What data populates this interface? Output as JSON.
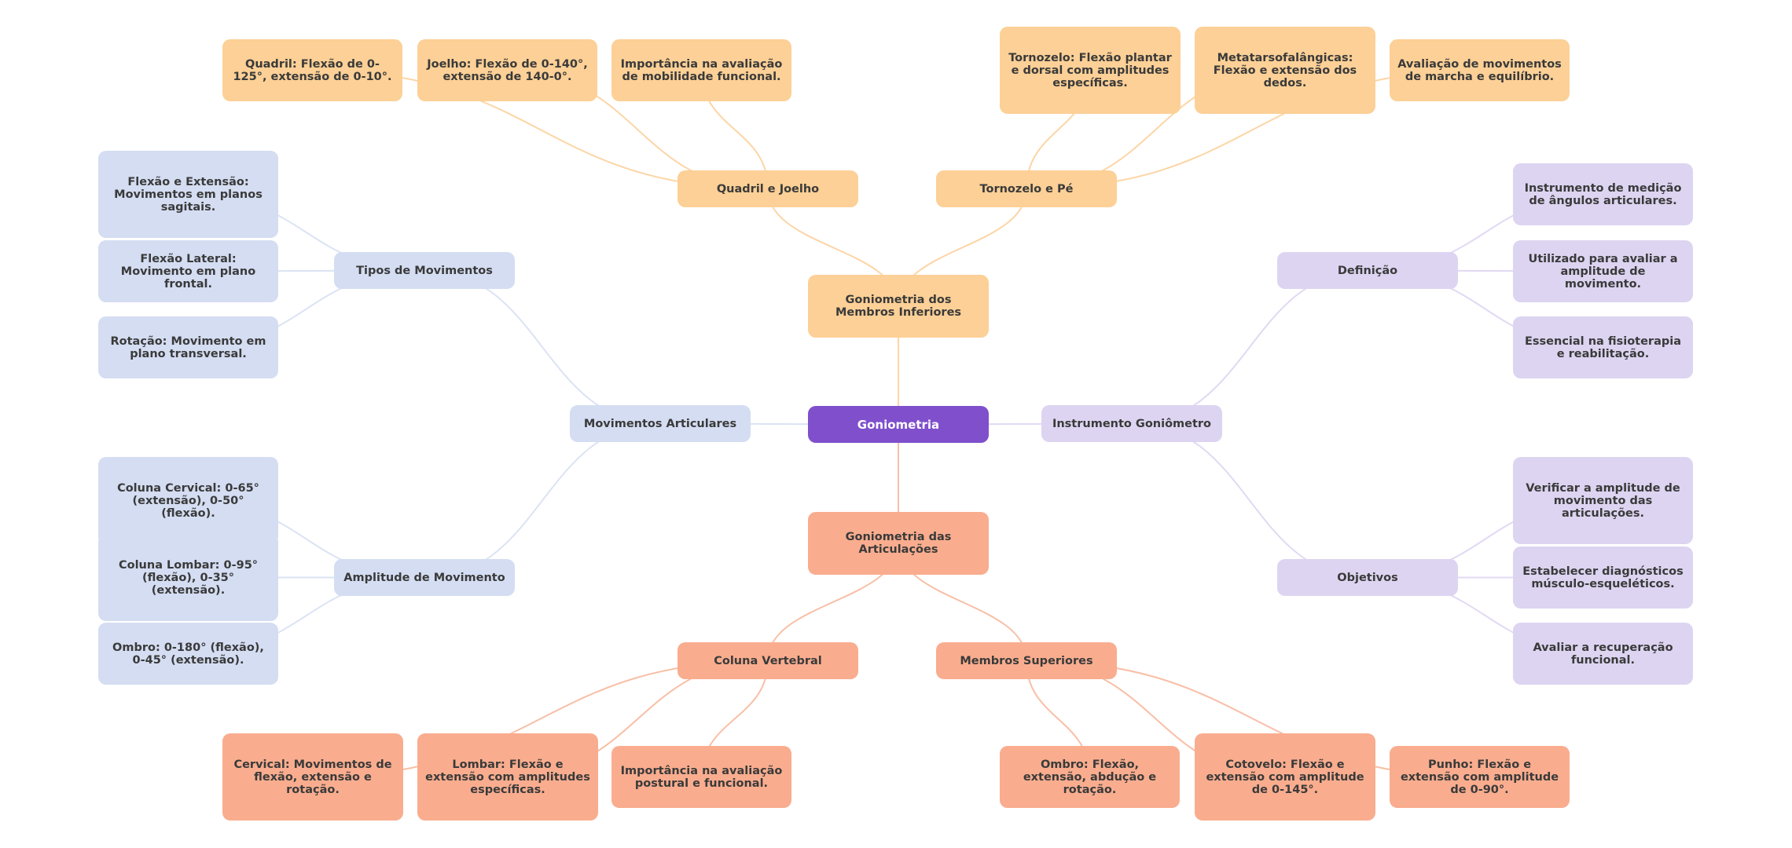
{
  "diagram": {
    "type": "mindmap",
    "root": {
      "id": "root",
      "label": "Goniometria"
    },
    "colors": {
      "root": "#7f4fcc",
      "inferiores": "#fcd096",
      "articulacoes": "#f9ad8e",
      "movimentos": "#d4ddf2",
      "instrumento": "#ddd4f1",
      "edge_inferiores": "#fcd5a6",
      "edge_articulacoes": "#f8bfa6",
      "edge_movimentos": "#dbe3f4",
      "edge_instrumento": "#e1d9f3",
      "text": "#3a3a3a",
      "root_text": "#ffffff"
    },
    "nodes": [
      {
        "id": "root",
        "label": "Goniometria",
        "group": "root"
      },
      {
        "id": "inf",
        "label": "Goniometria dos Membros Inferiores",
        "group": "inferiores",
        "parent": "root"
      },
      {
        "id": "qj",
        "label": "Quadril e Joelho",
        "group": "inferiores",
        "parent": "inf"
      },
      {
        "id": "qj1",
        "label": "Quadril: Flexão de 0-125°, extensão de 0-10°.",
        "group": "inferiores",
        "parent": "qj"
      },
      {
        "id": "qj2",
        "label": "Joelho: Flexão de 0-140°, extensão de 140-0°.",
        "group": "inferiores",
        "parent": "qj"
      },
      {
        "id": "qj3",
        "label": "Importância na avaliação de mobilidade funcional.",
        "group": "inferiores",
        "parent": "qj"
      },
      {
        "id": "tp",
        "label": "Tornozelo e Pé",
        "group": "inferiores",
        "parent": "inf"
      },
      {
        "id": "tp1",
        "label": "Tornozelo: Flexão plantar e dorsal com amplitudes específicas.",
        "group": "inferiores",
        "parent": "tp"
      },
      {
        "id": "tp2",
        "label": "Metatarsofalângicas: Flexão e extensão dos dedos.",
        "group": "inferiores",
        "parent": "tp"
      },
      {
        "id": "tp3",
        "label": "Avaliação de movimentos de marcha e equilíbrio.",
        "group": "inferiores",
        "parent": "tp"
      },
      {
        "id": "art",
        "label": "Goniometria das Articulações",
        "group": "articulacoes",
        "parent": "root"
      },
      {
        "id": "cv",
        "label": "Coluna Vertebral",
        "group": "articulacoes",
        "parent": "art"
      },
      {
        "id": "cv1",
        "label": "Cervical: Movimentos de flexão, extensão e rotação.",
        "group": "articulacoes",
        "parent": "cv"
      },
      {
        "id": "cv2",
        "label": "Lombar: Flexão e extensão com amplitudes específicas.",
        "group": "articulacoes",
        "parent": "cv"
      },
      {
        "id": "cv3",
        "label": "Importância na avaliação postural e funcional.",
        "group": "articulacoes",
        "parent": "cv"
      },
      {
        "id": "ms",
        "label": "Membros Superiores",
        "group": "articulacoes",
        "parent": "art"
      },
      {
        "id": "ms1",
        "label": "Ombro: Flexão, extensão, abdução e rotação.",
        "group": "articulacoes",
        "parent": "ms"
      },
      {
        "id": "ms2",
        "label": "Cotovelo: Flexão e extensão com amplitude de 0-145°.",
        "group": "articulacoes",
        "parent": "ms"
      },
      {
        "id": "ms3",
        "label": "Punho: Flexão e extensão com amplitude de 0-90°.",
        "group": "articulacoes",
        "parent": "ms"
      },
      {
        "id": "mov",
        "label": "Movimentos Articulares",
        "group": "movimentos",
        "parent": "root"
      },
      {
        "id": "tm",
        "label": "Tipos de Movimentos",
        "group": "movimentos",
        "parent": "mov"
      },
      {
        "id": "tm1",
        "label": "Flexão e Extensão: Movimentos em planos sagitais.",
        "group": "movimentos",
        "parent": "tm"
      },
      {
        "id": "tm2",
        "label": "Flexão Lateral: Movimento em plano frontal.",
        "group": "movimentos",
        "parent": "tm"
      },
      {
        "id": "tm3",
        "label": "Rotação: Movimento em plano transversal.",
        "group": "movimentos",
        "parent": "tm"
      },
      {
        "id": "am",
        "label": "Amplitude de Movimento",
        "group": "movimentos",
        "parent": "mov"
      },
      {
        "id": "am1",
        "label": "Coluna Cervical: 0-65° (extensão), 0-50° (flexão).",
        "group": "movimentos",
        "parent": "am"
      },
      {
        "id": "am2",
        "label": "Coluna Lombar: 0-95° (flexão), 0-35° (extensão).",
        "group": "movimentos",
        "parent": "am"
      },
      {
        "id": "am3",
        "label": "Ombro: 0-180° (flexão), 0-45° (extensão).",
        "group": "movimentos",
        "parent": "am"
      },
      {
        "id": "ins",
        "label": "Instrumento Goniômetro",
        "group": "instrumento",
        "parent": "root"
      },
      {
        "id": "def",
        "label": "Definição",
        "group": "instrumento",
        "parent": "ins"
      },
      {
        "id": "def1",
        "label": "Instrumento de medição de ângulos articulares.",
        "group": "instrumento",
        "parent": "def"
      },
      {
        "id": "def2",
        "label": "Utilizado para avaliar a amplitude de movimento.",
        "group": "instrumento",
        "parent": "def"
      },
      {
        "id": "def3",
        "label": "Essencial na fisioterapia e reabilitação.",
        "group": "instrumento",
        "parent": "def"
      },
      {
        "id": "obj",
        "label": "Objetivos",
        "group": "instrumento",
        "parent": "ins"
      },
      {
        "id": "obj1",
        "label": "Verificar a amplitude de movimento das articulações.",
        "group": "instrumento",
        "parent": "obj"
      },
      {
        "id": "obj2",
        "label": "Estabelecer diagnósticos músculo-esqueléticos.",
        "group": "instrumento",
        "parent": "obj"
      },
      {
        "id": "obj3",
        "label": "Avaliar a recuperação funcional.",
        "group": "instrumento",
        "parent": "obj"
      }
    ]
  }
}
